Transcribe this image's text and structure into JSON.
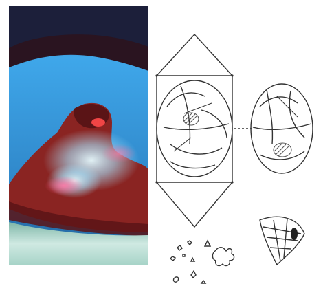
{
  "figure": {
    "photo": {
      "subject": "fluorescence-micrograph",
      "colors": {
        "background_top": "#1c1f3a",
        "background_blue": "#3fa7ea",
        "tissue_red": "#8a2422",
        "tissue_dark": "#5a1416",
        "glow_cyan": "#a8e6ff",
        "glow_pink": "#ff5a8a",
        "bottom_light": "#cfe9e2"
      }
    },
    "diagram": {
      "stroke_color": "#333333",
      "hatch_color": "#555555",
      "panels": [
        "cell-division-sketch",
        "dividing-cell-left",
        "dividing-cell-right",
        "spore-particles",
        "cone-shaped-cell"
      ]
    }
  }
}
